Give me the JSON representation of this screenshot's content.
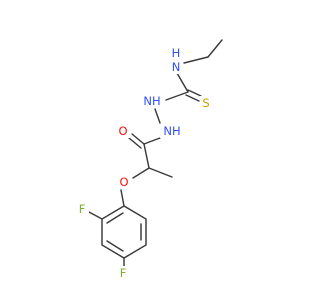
{
  "colors": {
    "bond": "#3a3a3a",
    "carbon": "#3a3a3a",
    "nitrogen": "#3050f8",
    "oxygen": "#ff0d0d",
    "sulfur": "#c8a000",
    "fluorine": "#7fb22e",
    "background": "#ffffff"
  },
  "atoms": {
    "n_ethyl": {
      "text": "N",
      "element": "nitrogen"
    },
    "n_ethyl_h": {
      "text": "H",
      "element": "nitrogen"
    },
    "s_thione": {
      "text": "S",
      "element": "sulfur"
    },
    "n_hydrazine_1": {
      "text": "NH",
      "element": "nitrogen"
    },
    "n_hydrazine_2": {
      "text": "NH",
      "element": "nitrogen"
    },
    "o_carbonyl": {
      "text": "O",
      "element": "oxygen"
    },
    "o_ether": {
      "text": "O",
      "element": "oxygen"
    },
    "f_ortho": {
      "text": "F",
      "element": "fluorine"
    },
    "f_para": {
      "text": "F",
      "element": "fluorine"
    }
  }
}
